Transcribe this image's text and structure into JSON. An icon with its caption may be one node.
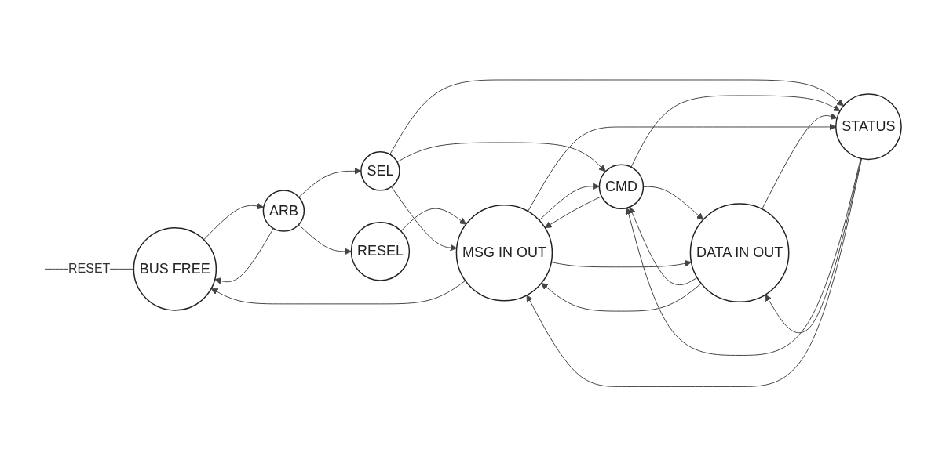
{
  "diagram": {
    "nodes": [
      {
        "text": [
          "BUS FREE"
        ]
      },
      {
        "text": [
          "ARB"
        ]
      },
      {
        "text": [
          "RESEL"
        ]
      },
      {
        "text": [
          "SEL"
        ]
      },
      {
        "text": [
          "CMD"
        ]
      },
      {
        "text": [
          "MSG IN OUT"
        ]
      },
      {
        "text": [
          "DATA IN OUT"
        ]
      },
      {
        "text": [
          "STATUS"
        ]
      }
    ],
    "edges": [
      {
        "from": null,
        "to": 0,
        "arrow": "none",
        "label": "RESET"
      },
      {
        "from": 0,
        "to": 1,
        "arrow": "to"
      },
      {
        "from": 1,
        "to": 0,
        "arrow": "to"
      },
      {
        "from": 1,
        "to": 2,
        "arrow": "to"
      },
      {
        "from": 1,
        "to": 3,
        "arrow": "to"
      },
      {
        "from": 2,
        "to": 5,
        "arrow": "to"
      },
      {
        "from": 3,
        "to": 4,
        "arrow": "to"
      },
      {
        "from": 3,
        "to": 5,
        "arrow": "to"
      },
      {
        "from": 3,
        "to": 7,
        "arrow": "to"
      },
      {
        "from": 5,
        "to": 0,
        "arrow": "to"
      },
      {
        "from": 4,
        "to": 5,
        "arrow": "to"
      },
      {
        "from": 5,
        "to": 4,
        "arrow": "to"
      },
      {
        "from": 4,
        "to": 6,
        "arrow": "to"
      },
      {
        "from": 6,
        "to": 4,
        "arrow": "to"
      },
      {
        "from": 6,
        "to": 5,
        "arrow": "to"
      },
      {
        "from": 5,
        "to": 6,
        "arrow": "to"
      },
      {
        "from": 4,
        "to": 7,
        "arrow": "to"
      },
      {
        "from": 7,
        "to": 4,
        "arrow": "to"
      },
      {
        "from": 6,
        "to": 7,
        "arrow": "to"
      },
      {
        "from": 7,
        "to": 6,
        "arrow": "to"
      },
      {
        "from": 7,
        "to": 5,
        "arrow": "to"
      },
      {
        "from": 5,
        "to": 7,
        "arrow": "to"
      }
    ]
  }
}
